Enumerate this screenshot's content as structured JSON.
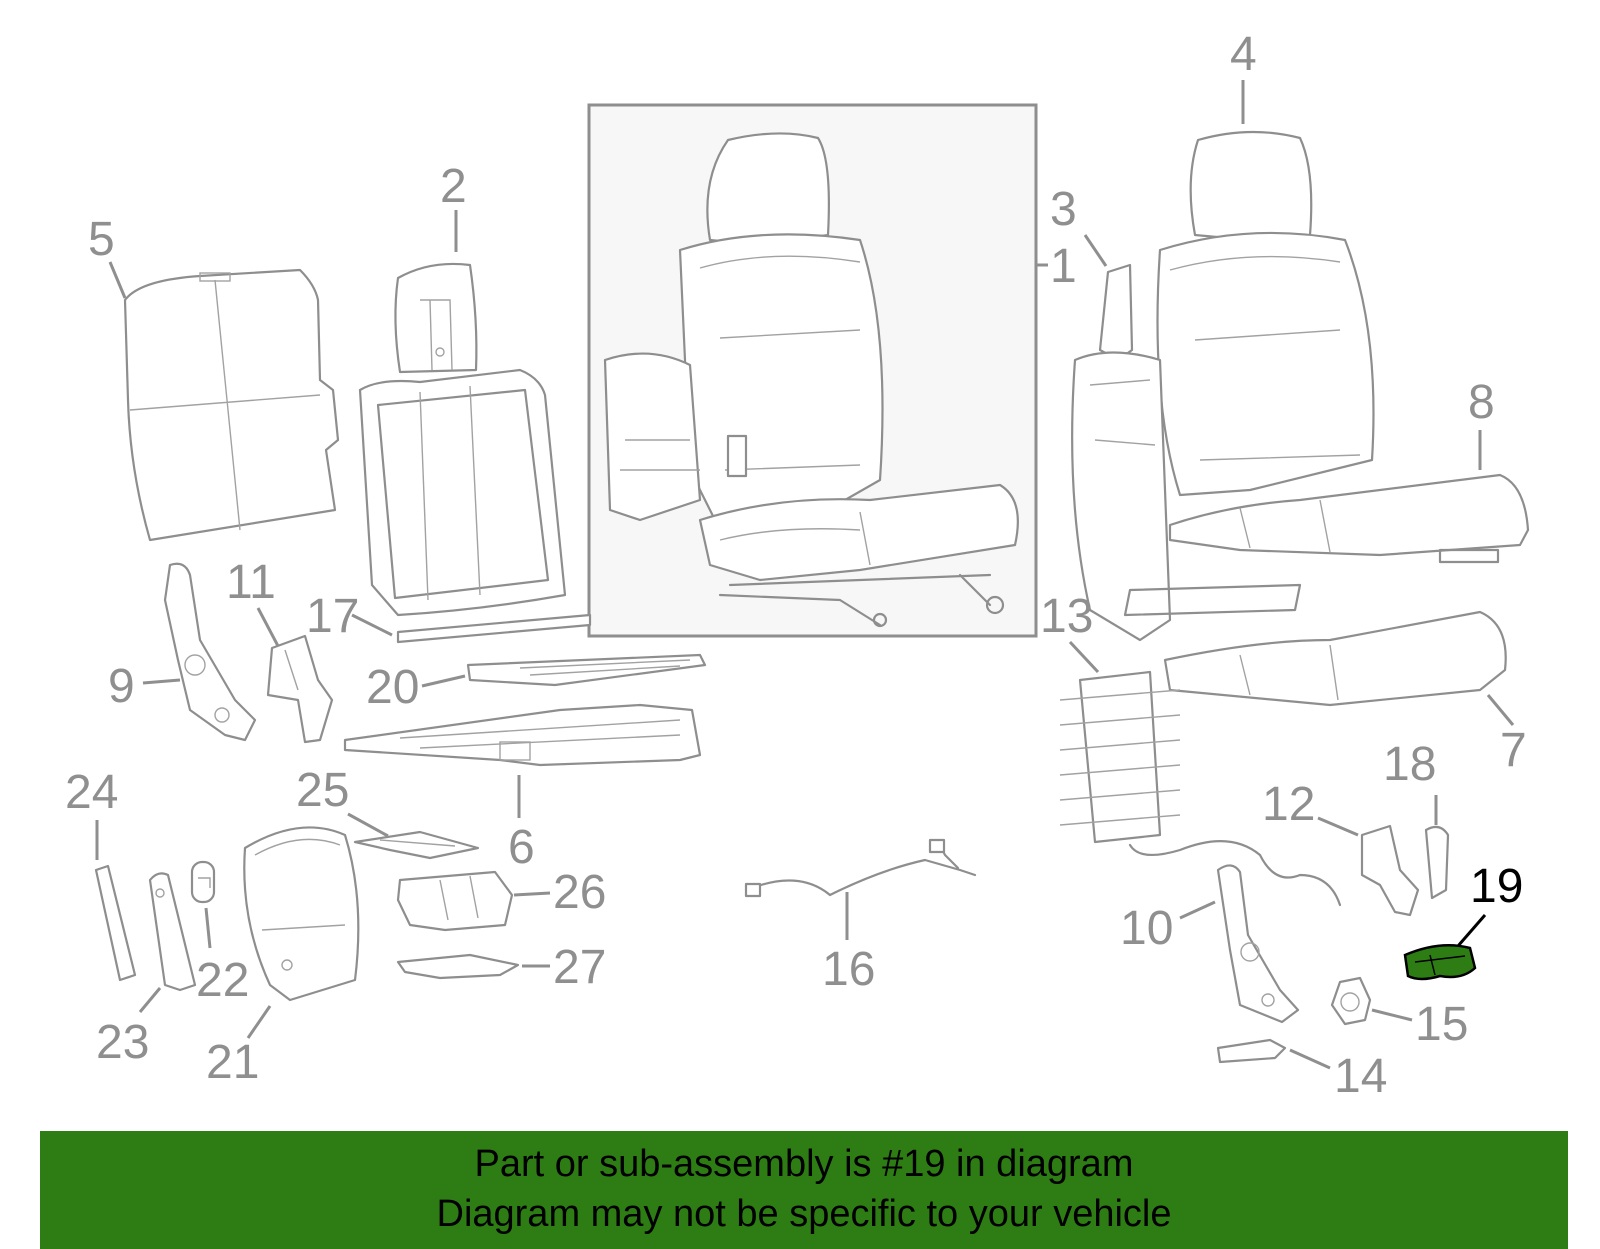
{
  "colors": {
    "highlight_part": "#2e7d14",
    "banner_background": "#2e7d14",
    "callout_gray": "#8f8f8f",
    "callout_highlight": "#000000",
    "inset_background": "#f7f7f7"
  },
  "callouts": {
    "c1": "1",
    "c2": "2",
    "c3": "3",
    "c4": "4",
    "c5": "5",
    "c6": "6",
    "c7": "7",
    "c8": "8",
    "c9": "9",
    "c10": "10",
    "c11": "11",
    "c12": "12",
    "c13": "13",
    "c14": "14",
    "c15": "15",
    "c16": "16",
    "c17": "17",
    "c18": "18",
    "c19": "19",
    "c20": "20",
    "c21": "21",
    "c22": "22",
    "c23": "23",
    "c24": "24",
    "c25": "25",
    "c26": "26",
    "c27": "27"
  },
  "highlighted_callout": "19",
  "banner": {
    "line1": "Part or sub-assembly is #19 in diagram",
    "line2": "Diagram may not be specific to your vehicle"
  }
}
